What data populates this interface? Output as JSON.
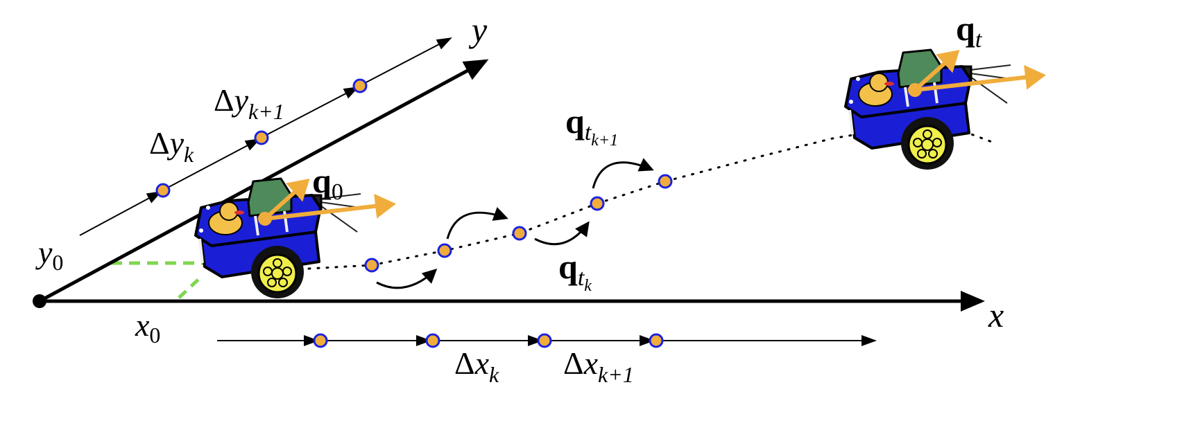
{
  "colors": {
    "axis": "#000000",
    "point_fill": "#f0ad3c",
    "point_stroke": "#1a22e0",
    "robot_body": "#1a1fd6",
    "board": "#4f8a5a",
    "duck": "#f3c04a",
    "wheel": "#f0ee4a",
    "orientation": "#f0ad3c",
    "dashed": "#7fd64e"
  },
  "labels": {
    "x_axis": "x",
    "y_axis": "y",
    "x0": {
      "base": "x",
      "sub": "0"
    },
    "y0": {
      "base": "y",
      "sub": "0"
    },
    "dyk": {
      "delta": "Δ",
      "base": "y",
      "sub": "k"
    },
    "dyk1": {
      "delta": "Δ",
      "base": "y",
      "sub": "k+1"
    },
    "dxk": {
      "delta": "Δ",
      "base": "x",
      "sub": "k"
    },
    "dxk1": {
      "delta": "Δ",
      "base": "x",
      "sub": "k+1"
    },
    "q0": {
      "base": "q",
      "sub": "0"
    },
    "qtk": {
      "base": "q",
      "sub": "t",
      "subsub": "k"
    },
    "qtk1": {
      "base": "q",
      "sub": "t",
      "subsub": "k+1"
    },
    "qt": {
      "base": "q",
      "sub": "t"
    }
  }
}
